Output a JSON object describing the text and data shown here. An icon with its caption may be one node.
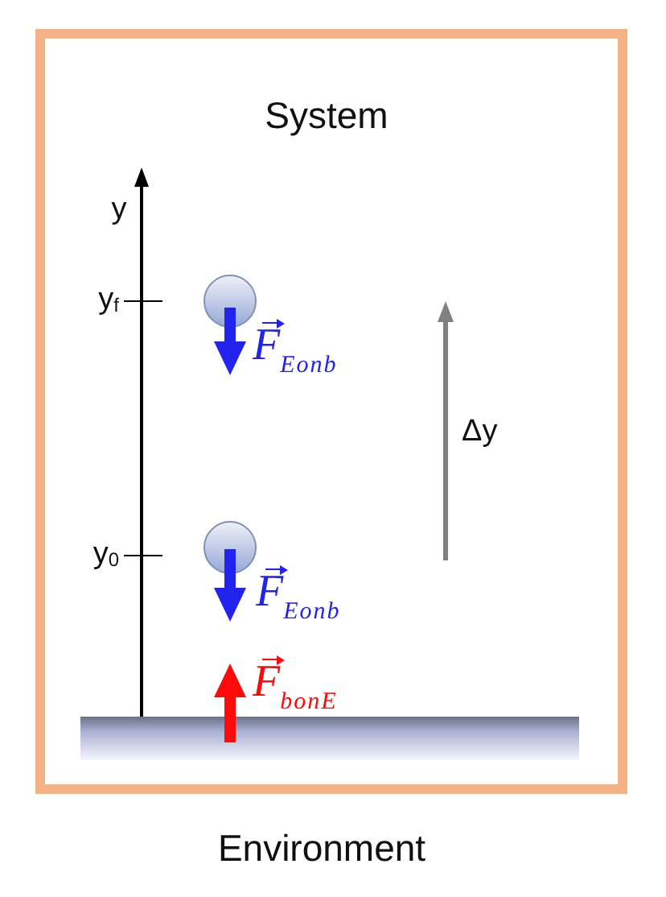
{
  "diagram": {
    "nodes": [
      {
        "text": [
          "System"
        ]
      }
    ],
    "labels": [
      "y",
      "y$_{f}$",
      "F$_{Eonb}$",
      "Δy",
      "y$_{0}$",
      "F$_{Eonb}$",
      "F$_{bonE}$",
      "Environment"
    ]
  }
}
